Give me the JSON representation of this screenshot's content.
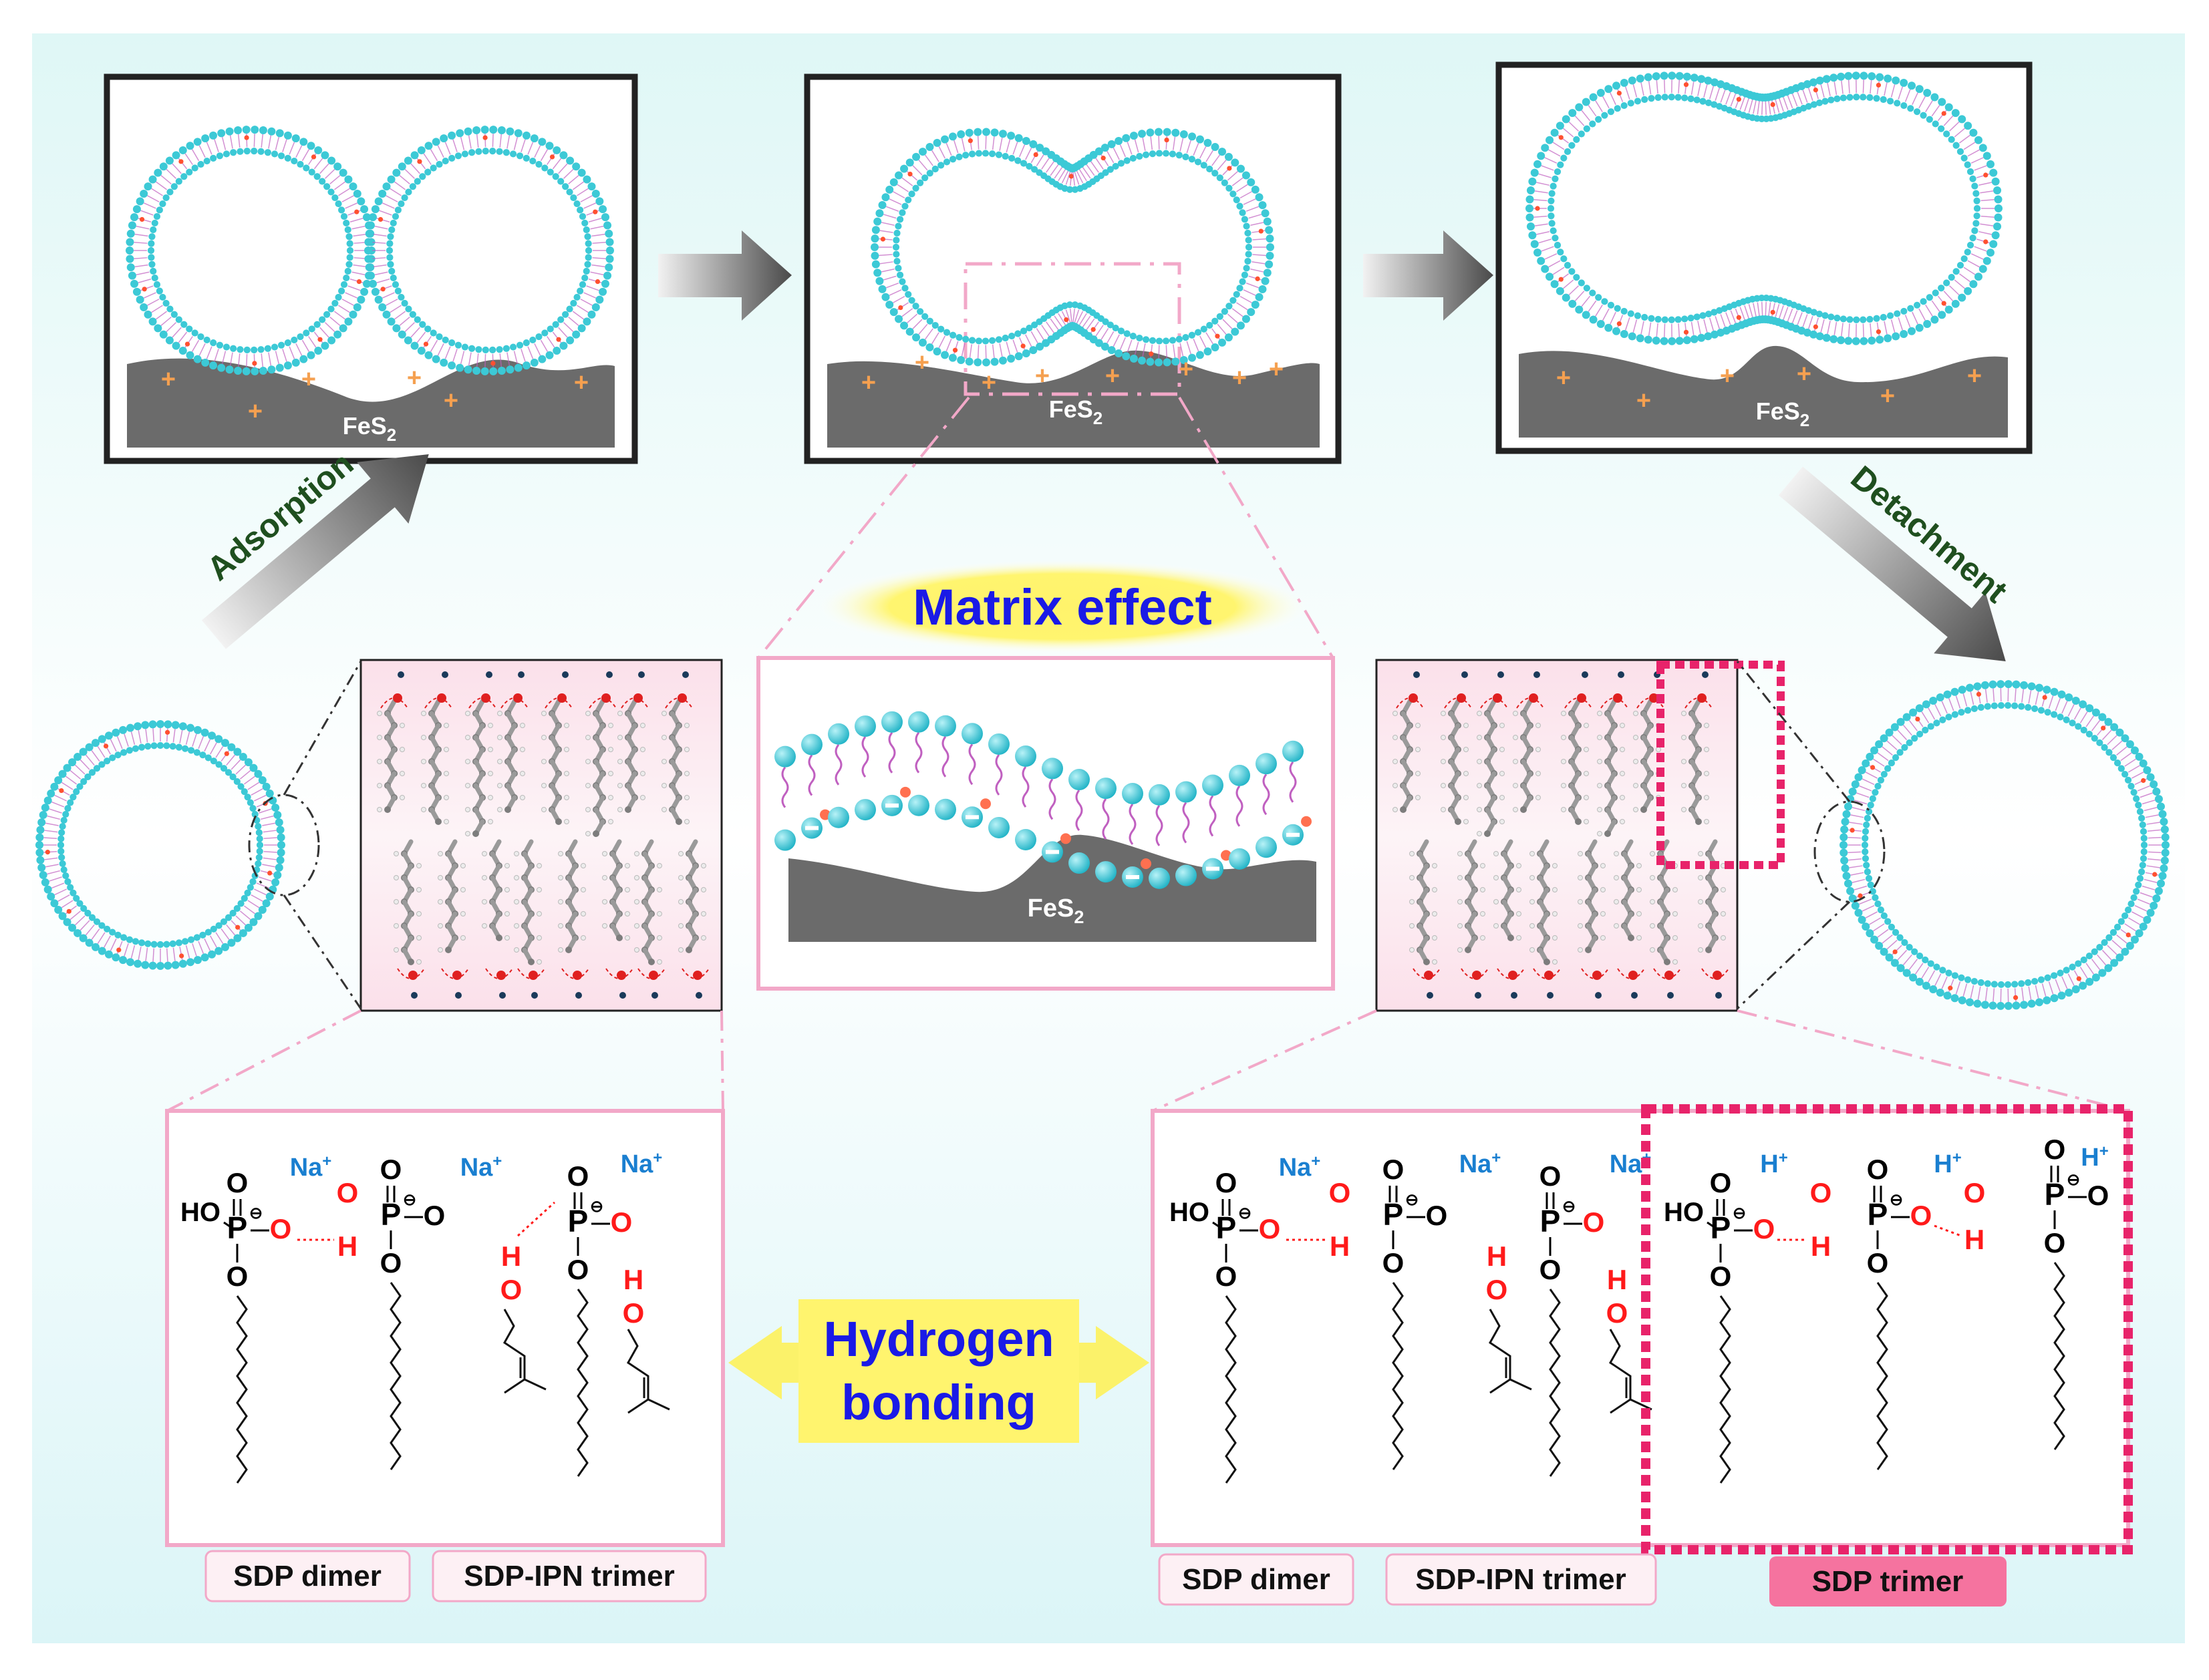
{
  "labels": {
    "fes2": "FeS",
    "fes2_sub": "2",
    "adsorption": "Adsorption",
    "detachment": "Detachment",
    "matrix_effect": "Matrix effect",
    "hydrogen_line1": "Hydrogen",
    "hydrogen_line2": "bonding"
  },
  "chem": {
    "ho": "HO",
    "p": "P",
    "o": "O",
    "h": "H",
    "na_plus": "Na",
    "h_plus": "H",
    "plus_sup": "+",
    "minus_circle": "⊖"
  },
  "captions": {
    "left": [
      "SDP dimer",
      "SDP-IPN  trimer"
    ],
    "right": [
      "SDP dimer",
      "SDP-IPN  trimer",
      "SDP trimer"
    ]
  },
  "colors": {
    "bead": "#3cc9d6",
    "tail": "#c060c0",
    "substrate": "#6b6b6b",
    "plus": "#f5a050",
    "frame_pink": "#f2a8c8",
    "dashed_red": "#e8236a",
    "arrow_text_green": "#1f4f1f",
    "title_blue": "#1a1ae6",
    "label_blue": "#1a7fd0",
    "bond_red": "#ff1a1a",
    "highlight_yellow": "#fff36b"
  }
}
